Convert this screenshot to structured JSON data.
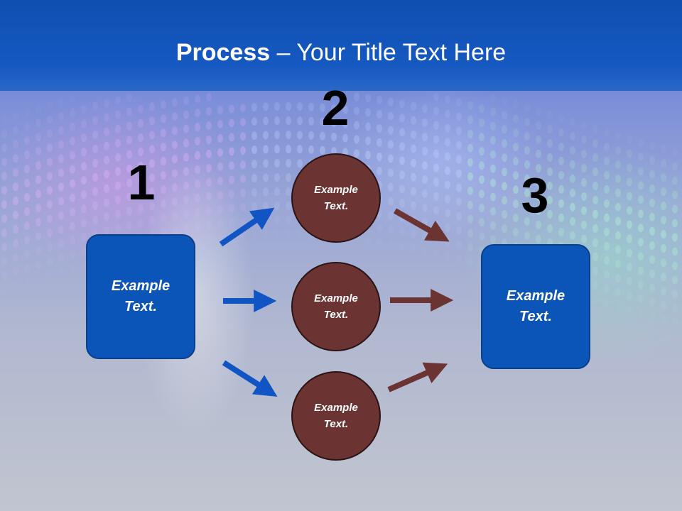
{
  "title": {
    "bold": "Process",
    "rest": " – Your Title Text Here"
  },
  "step_numbers": [
    "1",
    "2",
    "3"
  ],
  "left_box": {
    "text": "Example\nText."
  },
  "right_box": {
    "text": "Example\nText."
  },
  "circles": [
    {
      "text": "Example\nText."
    },
    {
      "text": "Example\nText."
    },
    {
      "text": "Example\nText."
    }
  ],
  "colors": {
    "title_bar": "#1558c0",
    "box_fill": "#0b55b8",
    "circle_fill": "#6b3432",
    "blue_arrow": "#1155c4",
    "brown_arrow": "#6b3432"
  }
}
